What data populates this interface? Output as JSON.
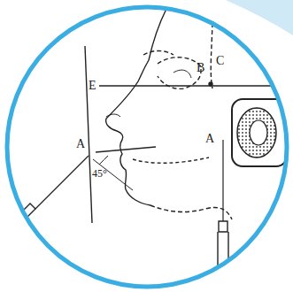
{
  "diagram": {
    "labels": [
      "E",
      "B",
      "C",
      "A",
      "A",
      "45°"
    ]
  }
}
